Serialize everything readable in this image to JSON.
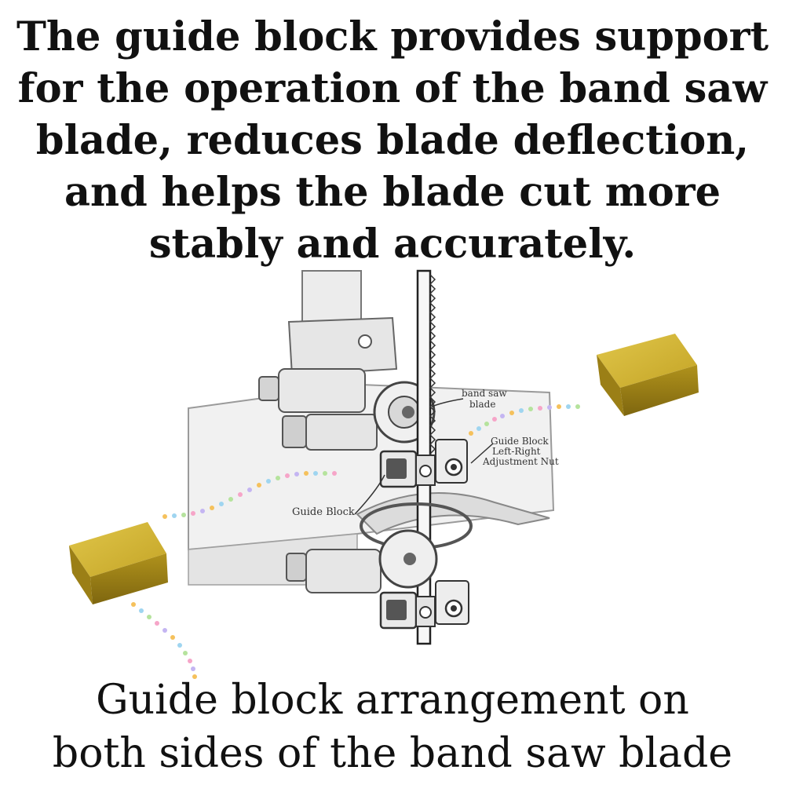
{
  "headline": {
    "lines": [
      "The guide block provides support",
      "for the operation of the band saw",
      "blade, reduces blade deflection,",
      "and helps the blade cut more",
      "stably and accurately."
    ]
  },
  "diagram": {
    "label_blade_1": "band saw",
    "label_blade_2": "blade",
    "label_nut_1": "Guide Block",
    "label_nut_2": "Left-Right",
    "label_nut_3": "Adjustment Nut",
    "label_guide_block": "Guide Block"
  },
  "caption": {
    "lines": [
      "Guide block arrangement on",
      "both sides of the band saw blade"
    ]
  },
  "colors": {
    "block_gold": "#b8991c",
    "block_gold_light": "#d6bb3a",
    "block_gold_dark": "#8a7012"
  }
}
